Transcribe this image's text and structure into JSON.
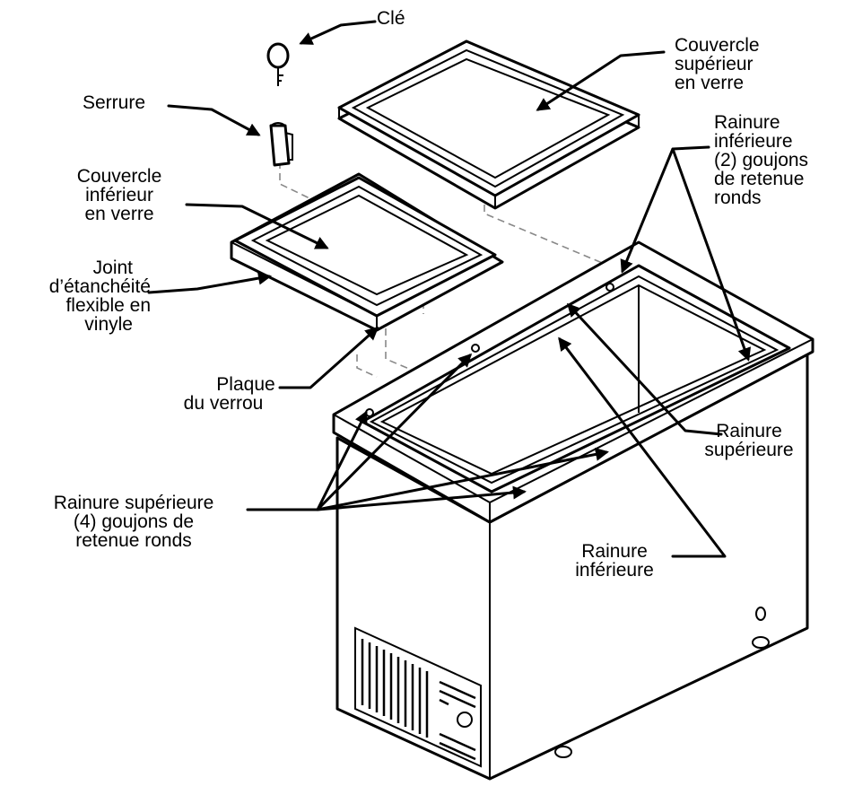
{
  "labels": {
    "key": [
      "Clé"
    ],
    "lock": [
      "Serrure"
    ],
    "top_glass_lid": [
      "Couvercle",
      "supérieur",
      "en verre"
    ],
    "bottom_glass_lid": [
      "Couvercle",
      "inférieur",
      "en verre"
    ],
    "bottom_groove_pins": [
      "Rainure",
      "inférieure",
      "(2) goujons",
      "de retenue",
      "ronds"
    ],
    "vinyl_seal": [
      "Joint",
      "d’étanchéité",
      "flexible en",
      "vinyle"
    ],
    "latch_plate": [
      "Plaque",
      "du verrou"
    ],
    "top_groove": [
      "Rainure",
      "supérieure"
    ],
    "top_groove_pins": [
      "Rainure supérieure",
      "(4) goujons de",
      "retenue ronds"
    ],
    "bottom_groove": [
      "Rainure",
      "inférieure"
    ]
  }
}
